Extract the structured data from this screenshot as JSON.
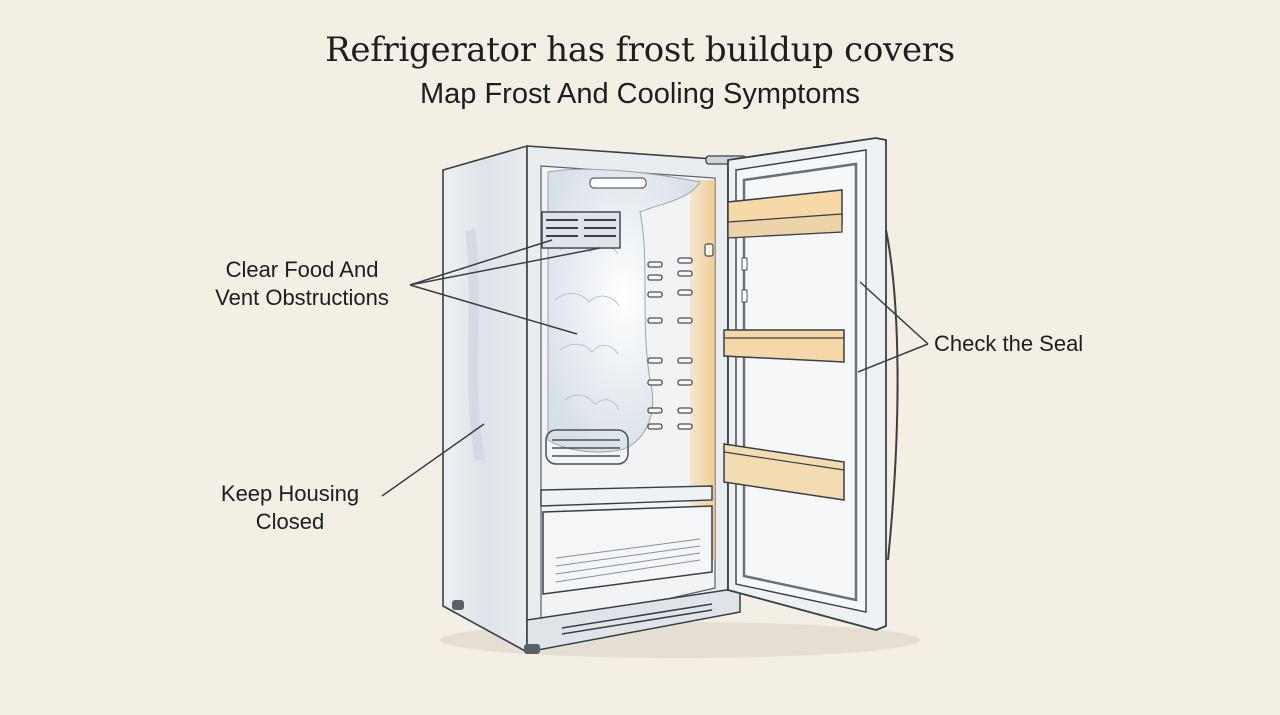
{
  "title": "Refrigerator has frost buildup covers",
  "subtitle": "Map Frost And Cooling Symptoms",
  "labels": {
    "clear_line1": "Clear Food And",
    "clear_line2": "Vent Obstructions",
    "keep_line1": "Keep Housing",
    "keep_line2": "Closed",
    "seal": "Check the Seal"
  },
  "colors": {
    "background": "#f3efe4",
    "ink": "#3a3f46",
    "body": "#e7ebee",
    "frost": "#f4f7fa",
    "glow": "#f1c27a"
  }
}
